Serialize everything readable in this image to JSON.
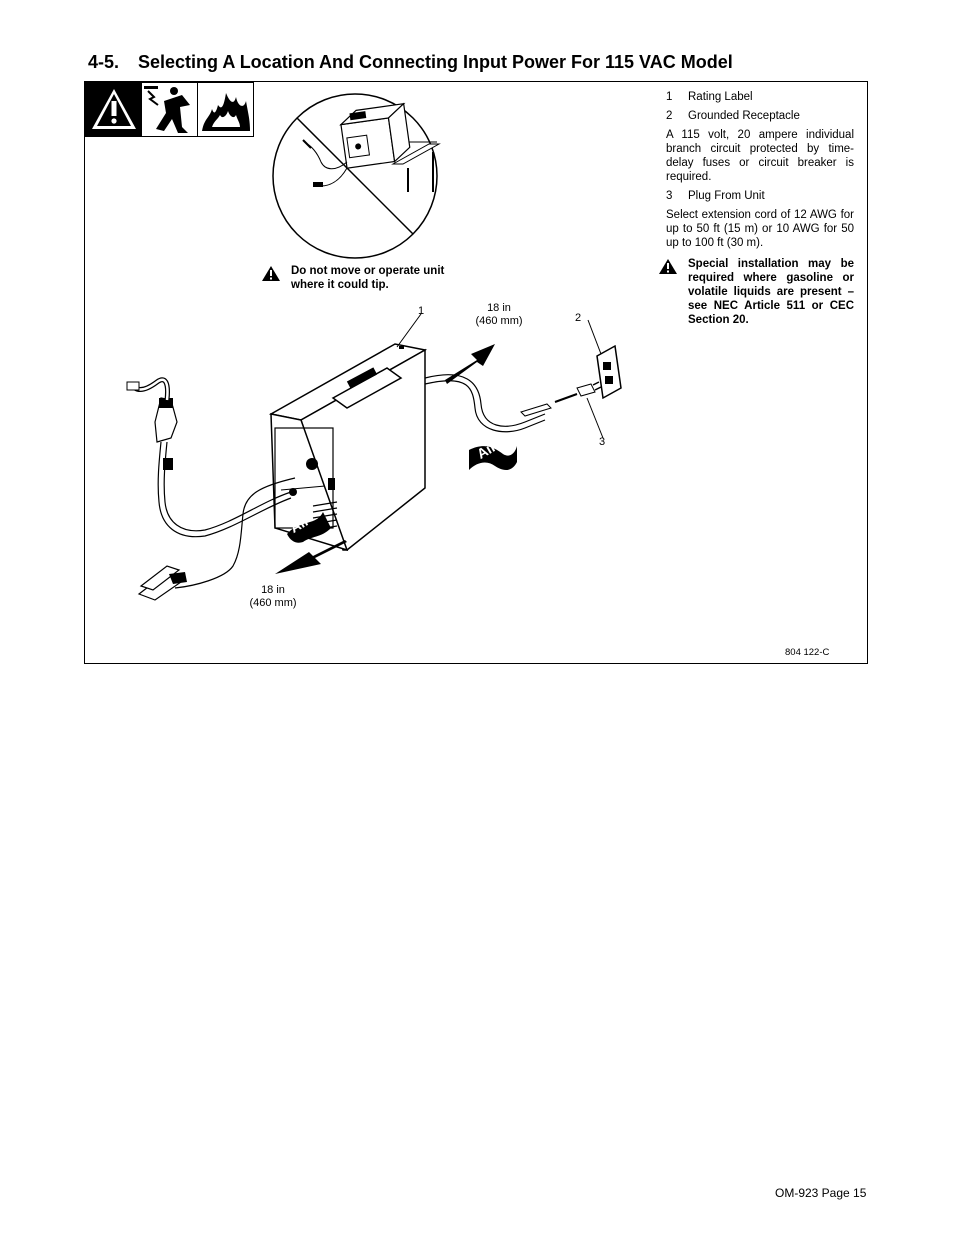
{
  "section": {
    "number": "4-5.",
    "title": "Selecting A Location And Connecting Input Power For 115 VAC Model"
  },
  "safety_icons": [
    "warning-icon",
    "electric-shock-icon",
    "fire-icon"
  ],
  "tip_warning": "Do not move or operate unit where it could tip.",
  "callouts": {
    "one": "1",
    "two": "2",
    "three": "3"
  },
  "clearance_top": {
    "inches": "18 in",
    "mm": "(460 mm)"
  },
  "clearance_bottom": {
    "inches": "18 in",
    "mm": "(460 mm)"
  },
  "air_label": "Air",
  "legend": {
    "item1": {
      "n": "1",
      "label": "Rating Label"
    },
    "item2": {
      "n": "2",
      "label": "Grounded Receptacle"
    },
    "item2_text": "A 115 volt, 20 ampere individual branch circuit protected by time-delay fuses or circuit breaker is required.",
    "item3": {
      "n": "3",
      "label": "Plug From Unit"
    },
    "item3_text": "Select extension cord of 12 AWG for up to 50 ft (15 m) or 10 AWG for 50 up to 100 ft (30 m)."
  },
  "special_warning": "Special installation may be required where gasoline or volatile liquids are present – see NEC Article 511 or CEC Section 20.",
  "doc_number": "804 122-C",
  "page_footer": "OM-923 Page 15"
}
